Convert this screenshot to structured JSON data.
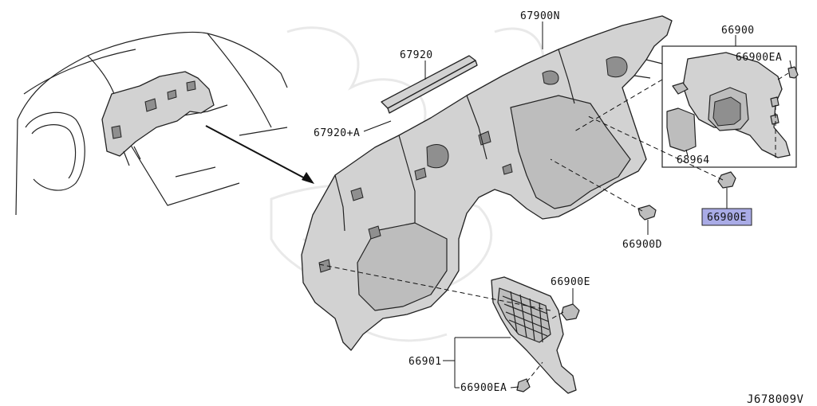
{
  "diagram": {
    "code": "J678009V",
    "labels": {
      "p67900N": "67900N",
      "p67920": "67920",
      "p67920A": "67920+A",
      "p66900": "66900",
      "p66900EA_top": "66900EA",
      "p68964": "68964",
      "p66900E_hl": "66900E",
      "p66900D": "66900D",
      "p66900E_low": "66900E",
      "p66901": "66901",
      "p66900EA_low": "66900EA"
    },
    "highlight_color": "#a9abe6"
  }
}
